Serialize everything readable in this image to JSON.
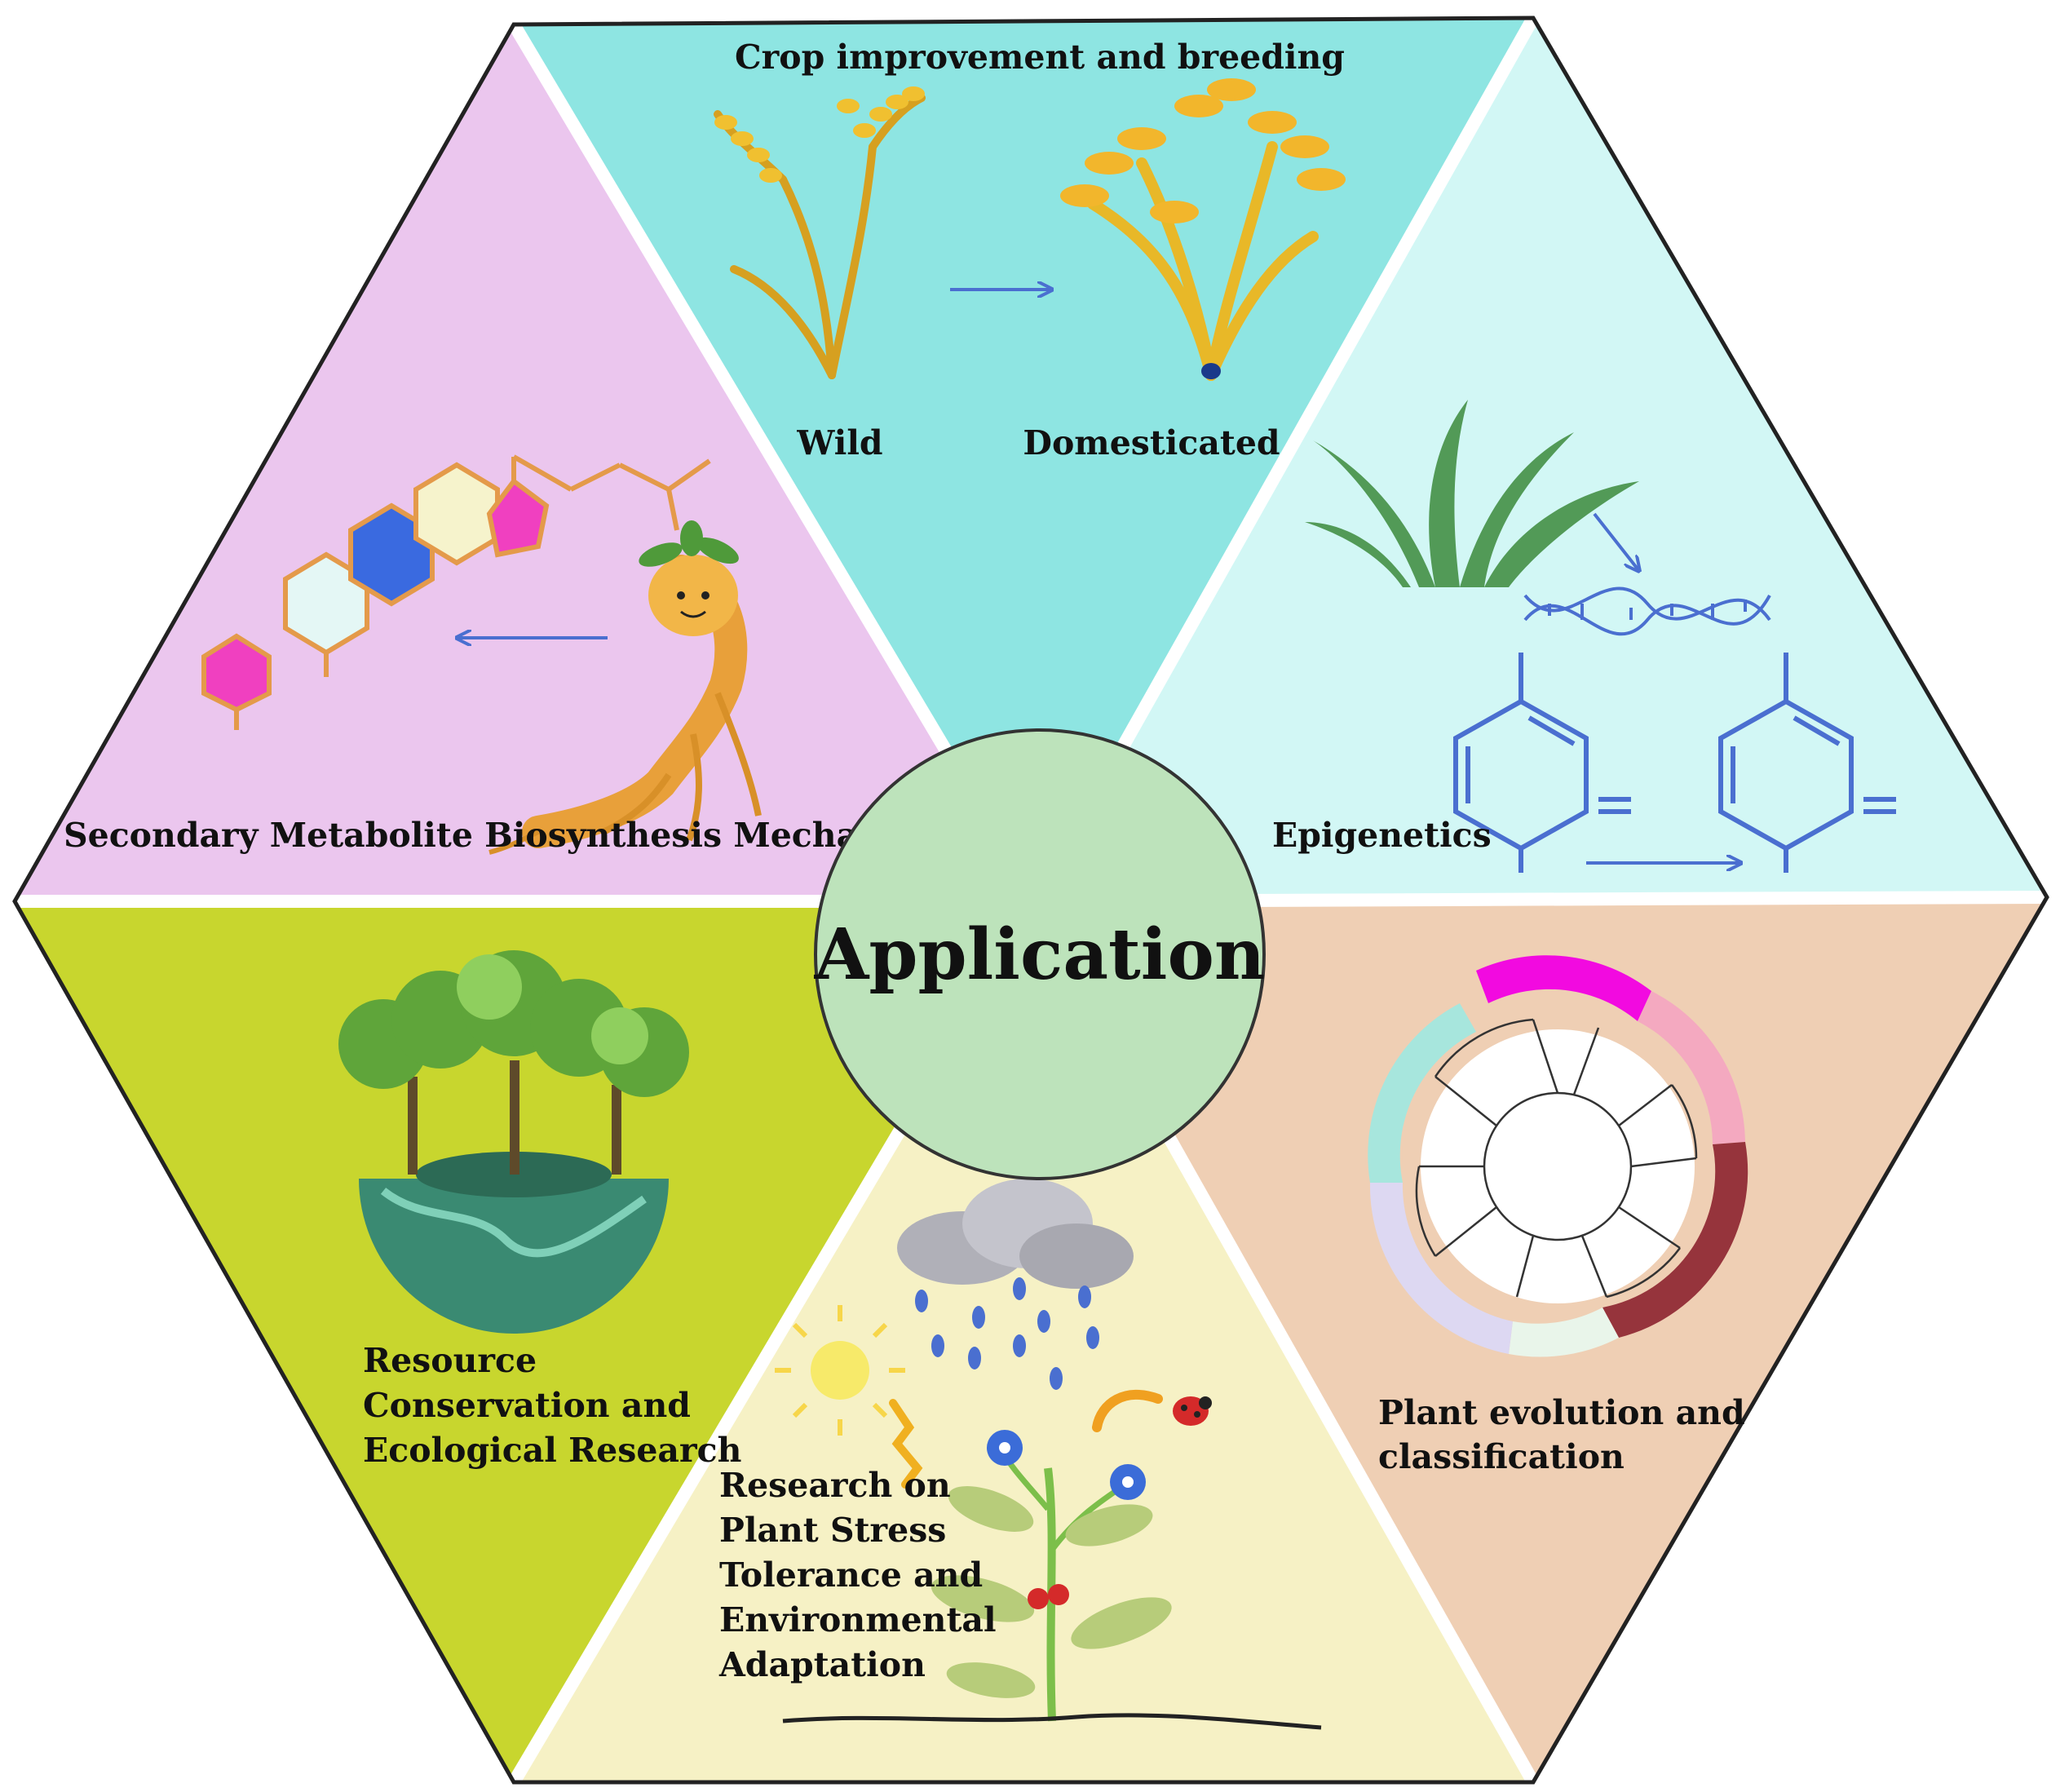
{
  "center": {
    "label": "Application"
  },
  "segments": {
    "crop": {
      "title": "Crop improvement and breeding",
      "wild": "Wild",
      "domesticated": "Domesticated",
      "color": "#8ee5e2"
    },
    "epigenetics": {
      "title": "Epigenetics",
      "color": "#d2f7f5"
    },
    "evolution": {
      "line1": "Plant evolution and",
      "line2": "classification",
      "color": "#efcfb4"
    },
    "stress": {
      "line1": "Research on",
      "line2": "Plant Stress",
      "line3": "Tolerance and",
      "line4": "Environmental",
      "line5": "Adaptation",
      "color": "#f6f1c5"
    },
    "conservation": {
      "line1": "Resource",
      "line2": "Conservation and",
      "line3": "Ecological Research",
      "color": "#c8d62e"
    },
    "metabolite": {
      "title": "Secondary Metabolite Biosynthesis Mechanism",
      "color": "#ebc6ee"
    }
  },
  "colors": {
    "center_fill": "#bde3bb",
    "arrow": "#4a6fd0",
    "outline": "#222222"
  },
  "icons": [
    "rice-plant-icon",
    "grass-icon",
    "dna-icon",
    "benzene-ring-icon",
    "phylogenetic-tree-icon",
    "rain-cloud-icon",
    "sun-icon",
    "ladybug-icon",
    "flower-plant-icon",
    "trees-globe-icon",
    "ginseng-root-icon",
    "molecule-structure-icon"
  ]
}
